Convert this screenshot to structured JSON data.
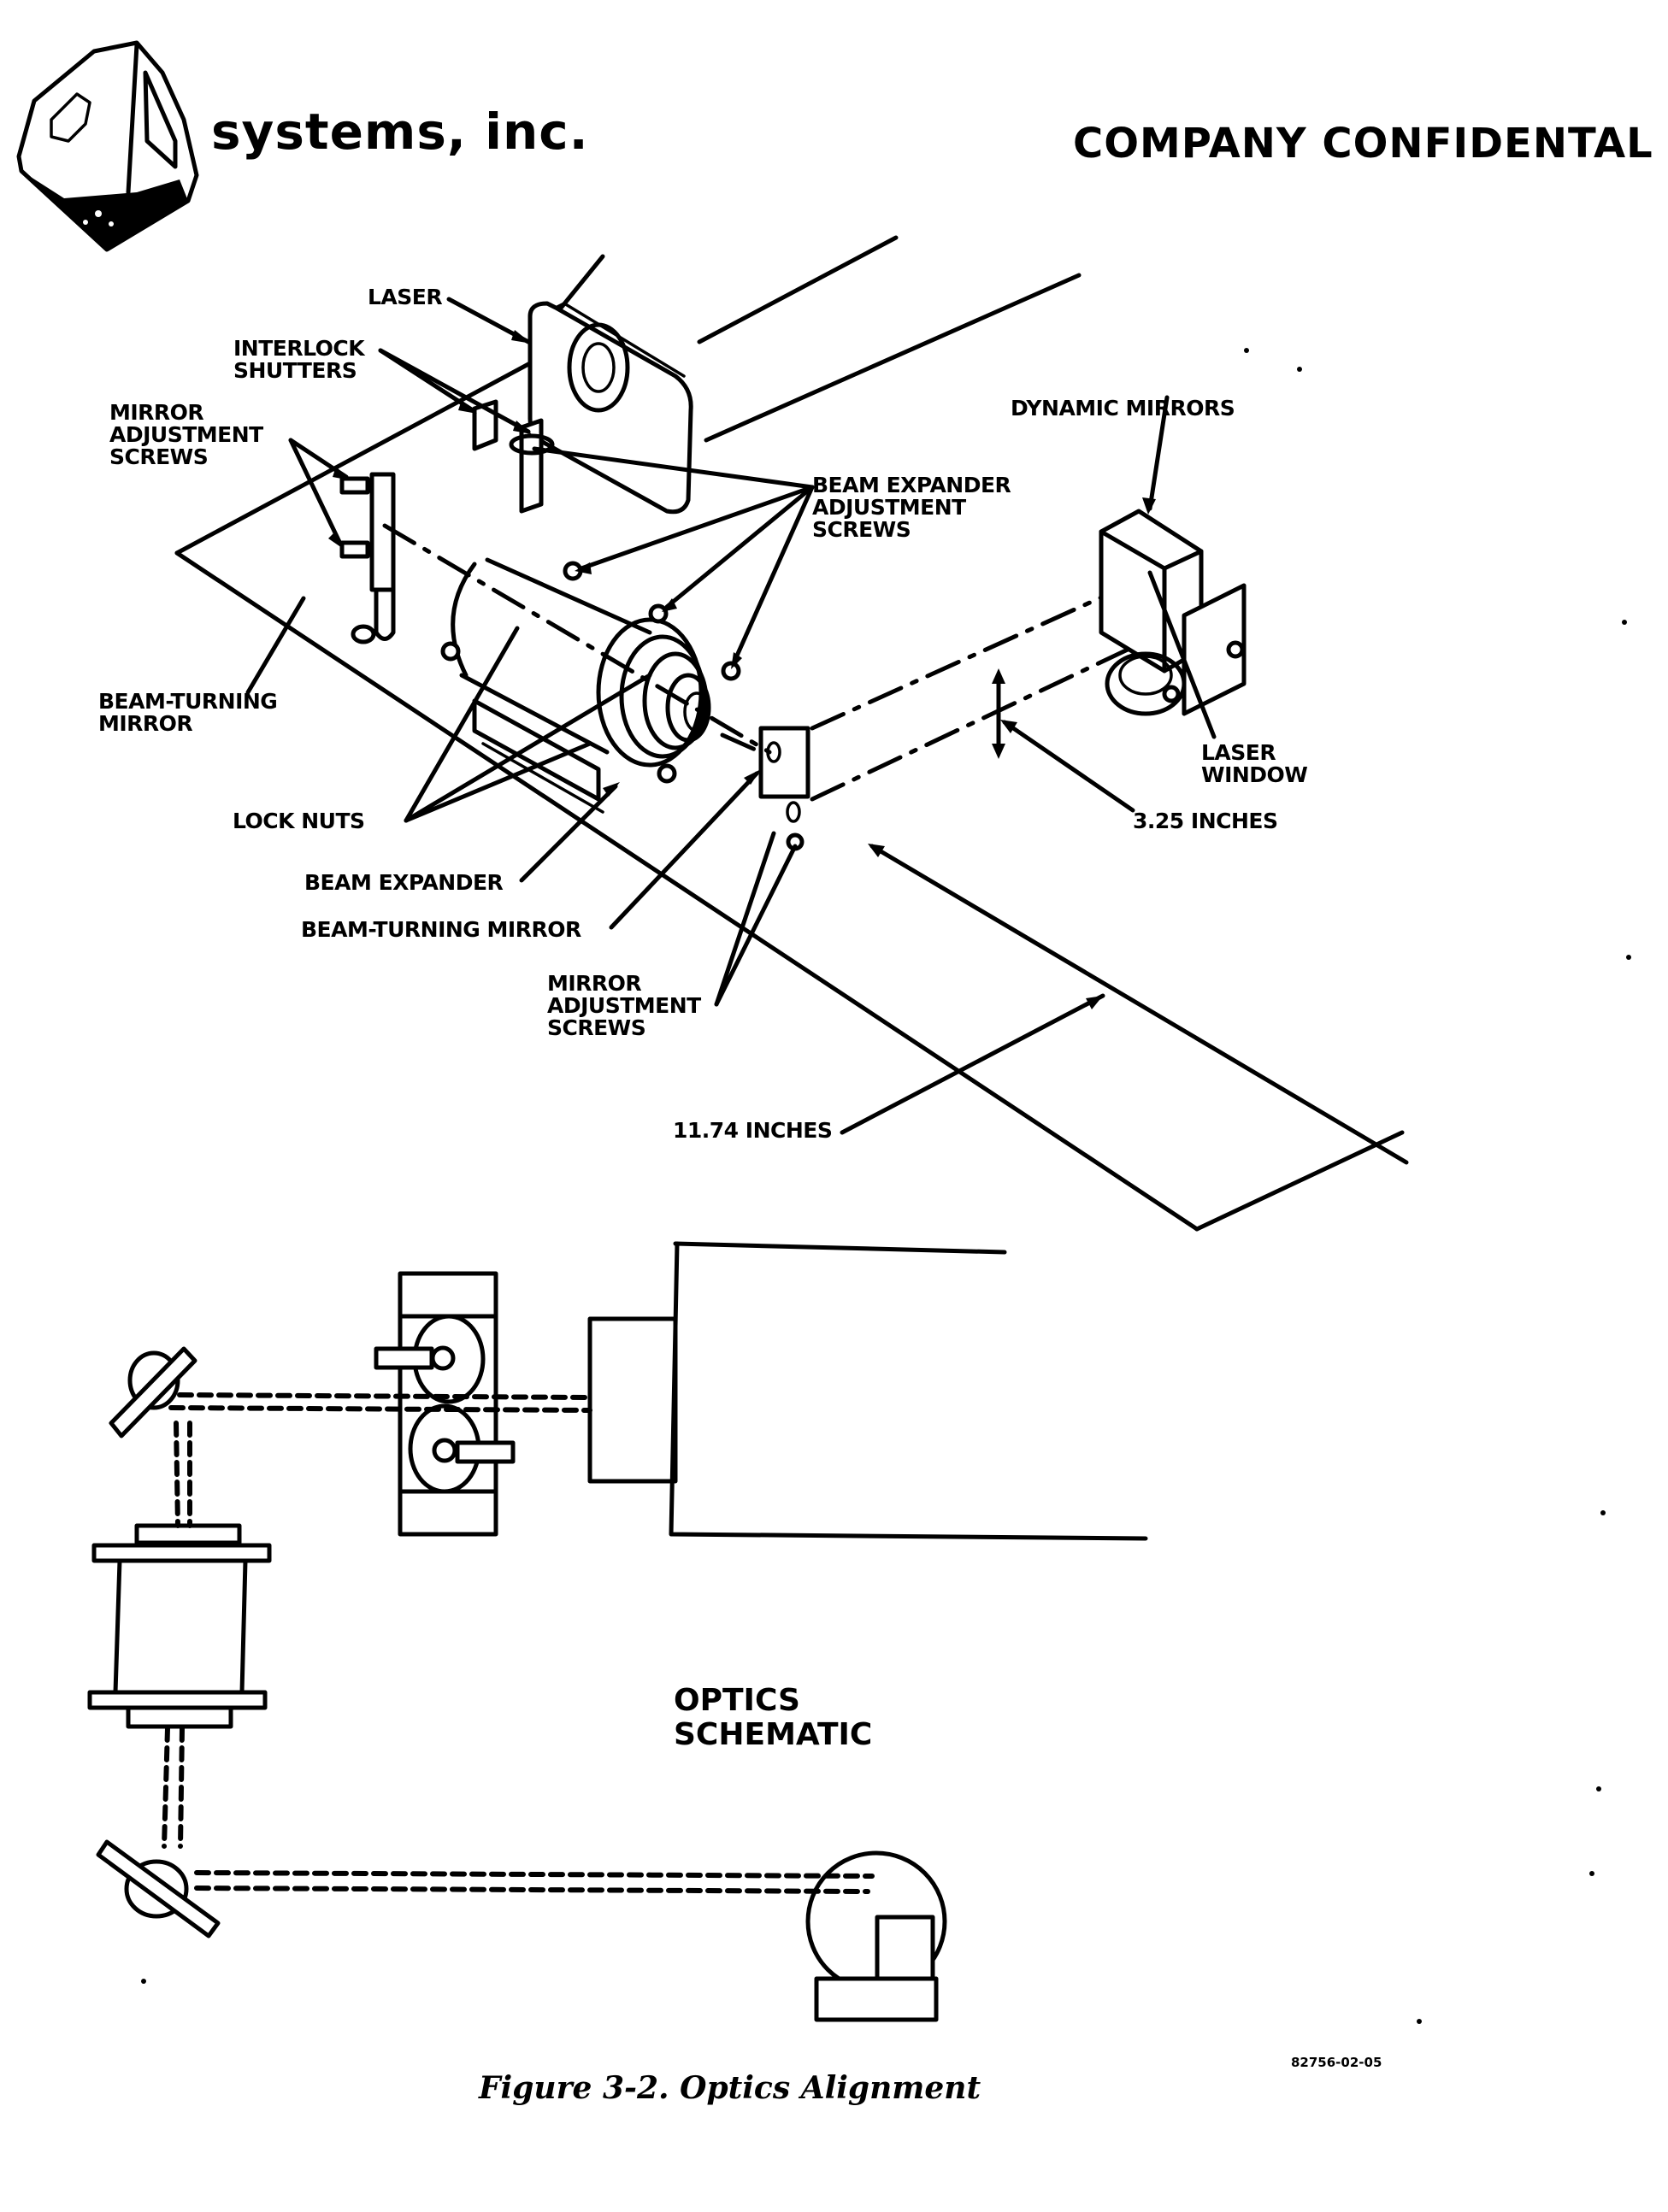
{
  "header": {
    "company_name": "systems, inc.",
    "confidential_notice": "COMPANY CONFIDENTAL",
    "logo_icon": "3d-cube-logo-icon"
  },
  "isometric_view": {
    "labels": {
      "laser": "LASER",
      "interlock_shutters": "INTERLOCK\nSHUTTERS",
      "mirror_adjustment_screws_left": "MIRROR\nADJUSTMENT\nSCREWS",
      "beam_expander_adjustment_screws": "BEAM EXPANDER\nADJUSTMENT\nSCREWS",
      "dynamic_mirrors": "DYNAMIC MIRRORS",
      "beam_turning_mirror_left": "BEAM-TURNING\nMIRROR",
      "lock_nuts": "LOCK NUTS",
      "beam_expander": "BEAM EXPANDER",
      "beam_turning_mirror_bottom": "BEAM-TURNING MIRROR",
      "mirror_adjustment_screws_bottom": "MIRROR\nADJUSTMENT\nSCREWS",
      "laser_window": "LASER\nWINDOW",
      "dimension_height": "3.25 INCHES",
      "dimension_length": "11.74 INCHES"
    }
  },
  "schematic": {
    "title": "OPTICS\nSCHEMATIC"
  },
  "footer": {
    "caption": "Figure 3-2.  Optics Alignment",
    "drawing_code": "82756-02-05"
  }
}
